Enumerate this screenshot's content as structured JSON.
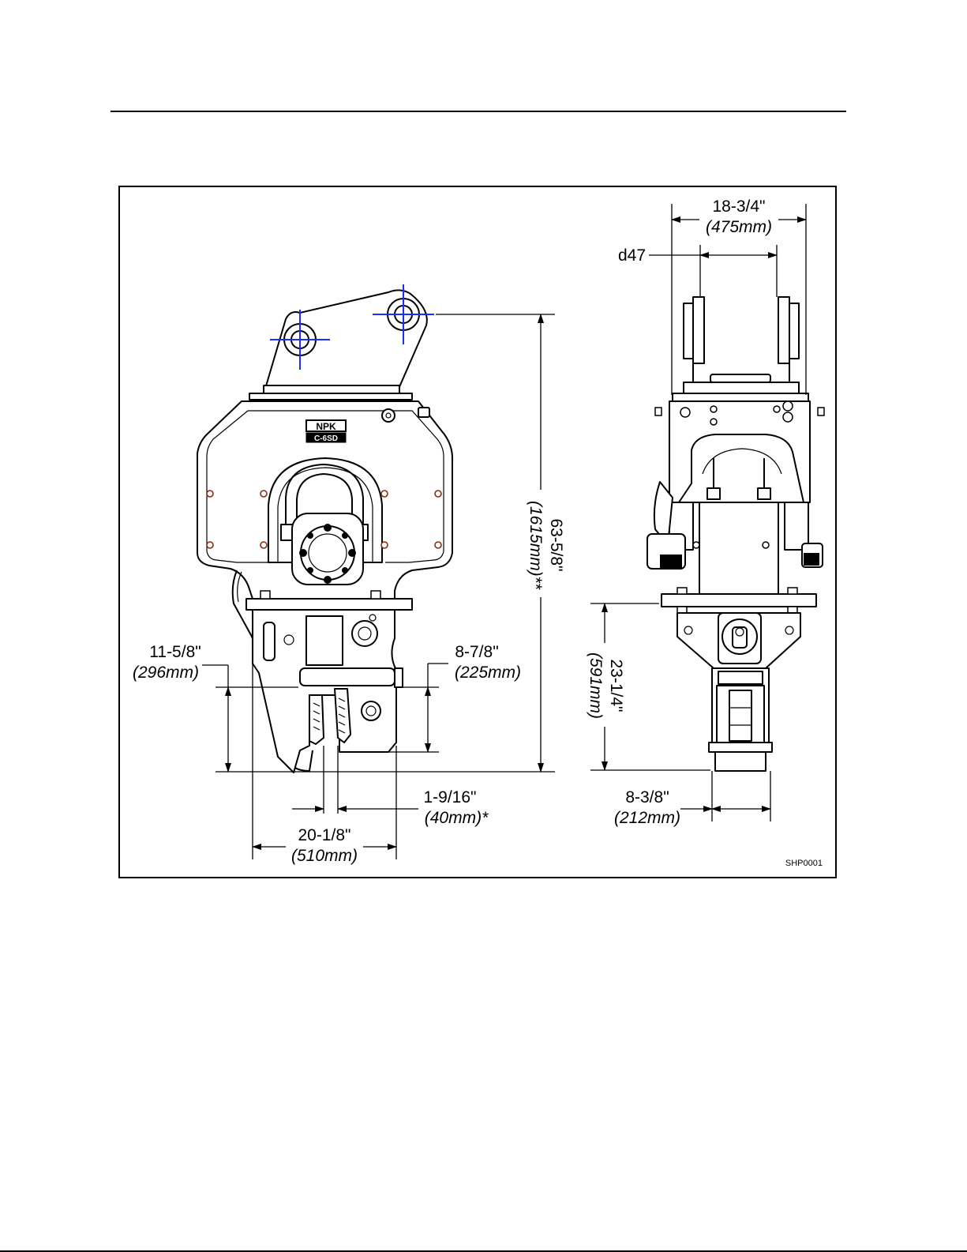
{
  "drawing": {
    "frame_code": "SHP0001",
    "logo": {
      "line1": "NPK",
      "line2": "C-6SD"
    },
    "dimensions": {
      "top_width": {
        "in": "18-3/4\"",
        "mm": "(475mm)"
      },
      "pin_label": "d47",
      "overall_height": {
        "in": "63-5/8\"",
        "mm": "(1615mm)**"
      },
      "lower_height": {
        "in": "23-1/4\"",
        "mm": "(591mm)"
      },
      "jaw_left_height": {
        "in": "11-5/8\"",
        "mm": "(296mm)"
      },
      "jaw_right_height": {
        "in": "8-7/8\"",
        "mm": "(225mm)"
      },
      "jaw_opening": {
        "in": "1-9/16\"",
        "mm": "(40mm)*"
      },
      "jaw_width": {
        "in": "20-1/8\"",
        "mm": "(510mm)"
      },
      "side_width": {
        "in": "8-3/8\"",
        "mm": "(212mm)"
      }
    }
  }
}
